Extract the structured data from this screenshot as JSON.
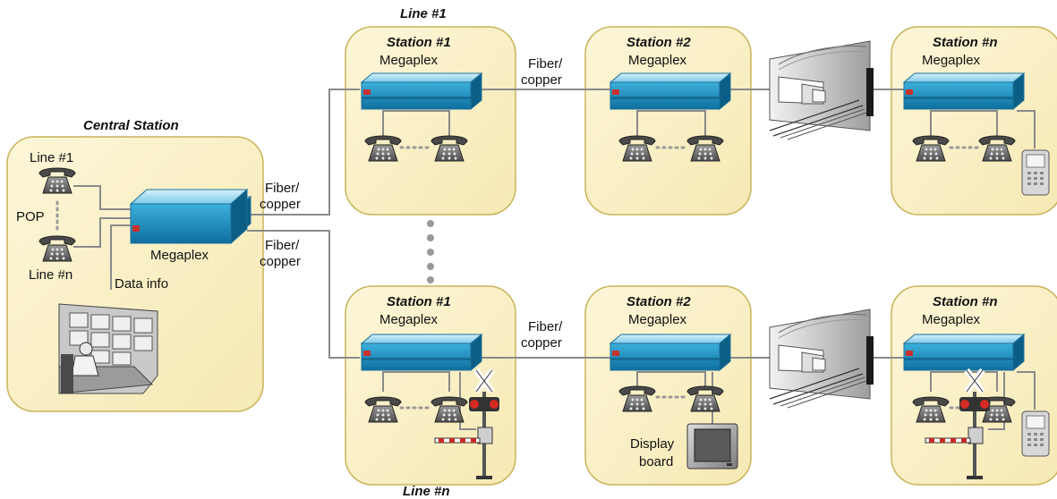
{
  "line_top_label": "Line #1",
  "line_bottom_label": "Line #n",
  "central": {
    "title": "Central Station",
    "line_first": "Line #1",
    "pop": "POP",
    "line_last": "Line #n",
    "device": "Megaplex",
    "data_info": "Data info"
  },
  "links": {
    "central_to_top": [
      "Fiber/",
      "copper"
    ],
    "central_to_bottom": [
      "Fiber/",
      "copper"
    ],
    "top_s1_s2": [
      "Fiber/",
      "copper"
    ],
    "bottom_s1_s2": [
      "Fiber/",
      "copper"
    ]
  },
  "top_stations": [
    {
      "title": "Station #1",
      "device": "Megaplex"
    },
    {
      "title": "Station #2",
      "device": "Megaplex"
    },
    {
      "title": "Station #n",
      "device": "Megaplex"
    }
  ],
  "bottom_stations": [
    {
      "title": "Station #1",
      "device": "Megaplex"
    },
    {
      "title": "Station #2",
      "device": "Megaplex",
      "display_label": [
        "Display",
        "board"
      ]
    },
    {
      "title": "Station #n",
      "device": "Megaplex"
    }
  ],
  "colors": {
    "box_fill": "#fbf3cf",
    "box_stroke": "#c8b35a",
    "megaplex_blue": "#1d95c9",
    "line_gray": "#8a8a8a"
  }
}
